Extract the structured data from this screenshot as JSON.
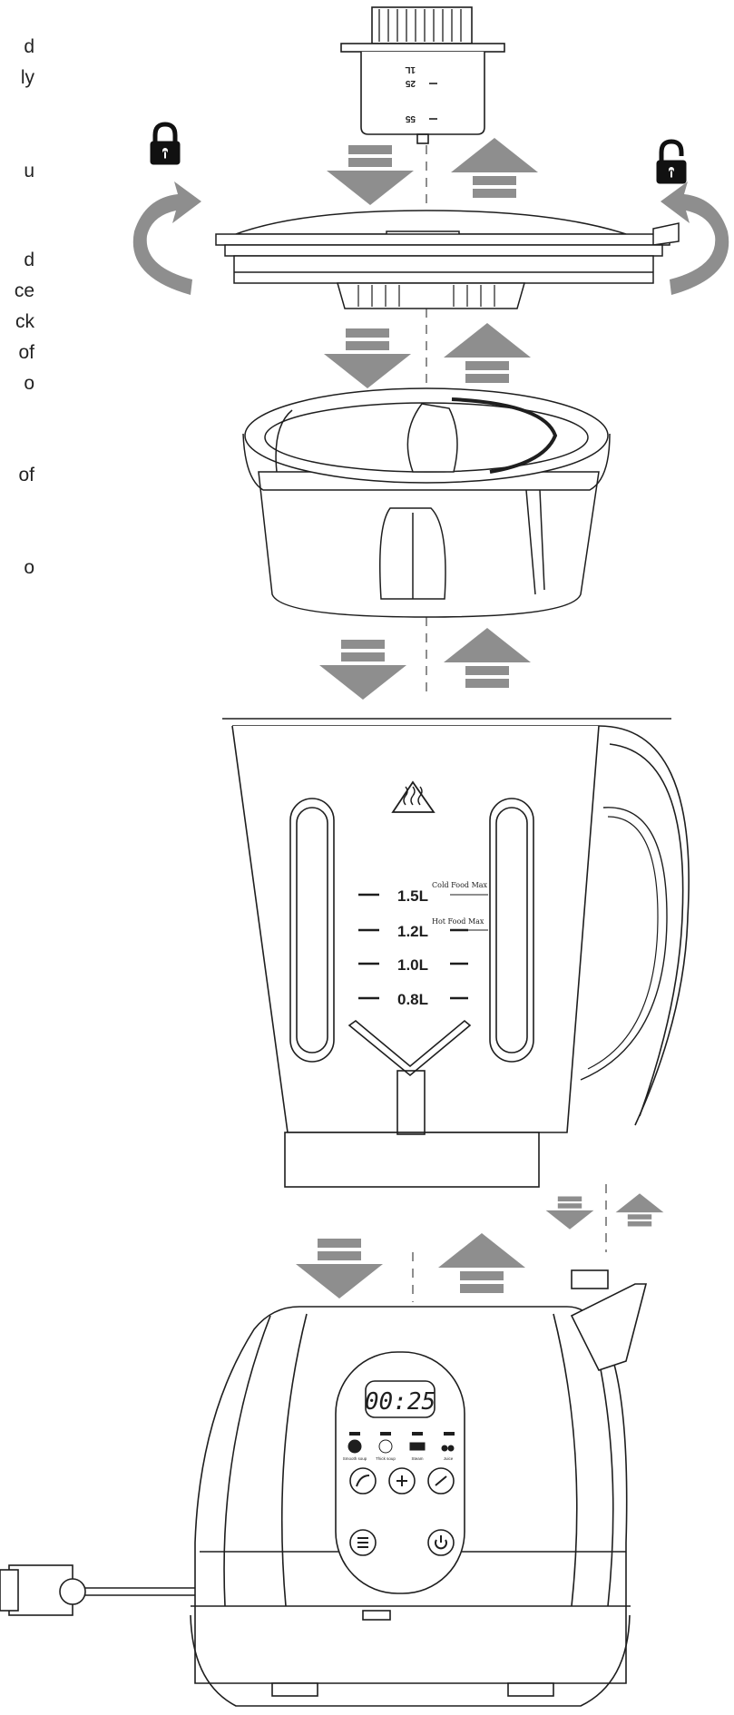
{
  "page": {
    "background": "#ffffff"
  },
  "colors": {
    "arrow": "#8e8e8e",
    "line": "#1e1e1e",
    "dashed": "#8e8e8e",
    "lock": "#111111"
  },
  "left_text_fragments": [
    "d",
    "ly",
    "u",
    "d",
    "ce",
    "ck",
    "of",
    "o",
    "of",
    "o"
  ],
  "icons": {
    "lock_left": "padlock-locked-icon",
    "lock_right": "padlock-unlocked-icon",
    "rotate_left": "rotate-arrow-left-icon",
    "rotate_right": "rotate-arrow-right-icon",
    "heat_warning": "hot-surface-warning-icon"
  },
  "measuring_cup": {
    "marks": [
      "1L",
      "25",
      "55"
    ]
  },
  "jug": {
    "levels": [
      "1.5L",
      "1.2L",
      "1.0L",
      "0.8L"
    ],
    "cold_label": "Cold Food Max",
    "hot_label": "Hot Food Max"
  },
  "control_panel": {
    "display": "00:25",
    "programs": [
      "Smooth soup",
      "Thick soup",
      "Steam",
      "Juice"
    ]
  }
}
